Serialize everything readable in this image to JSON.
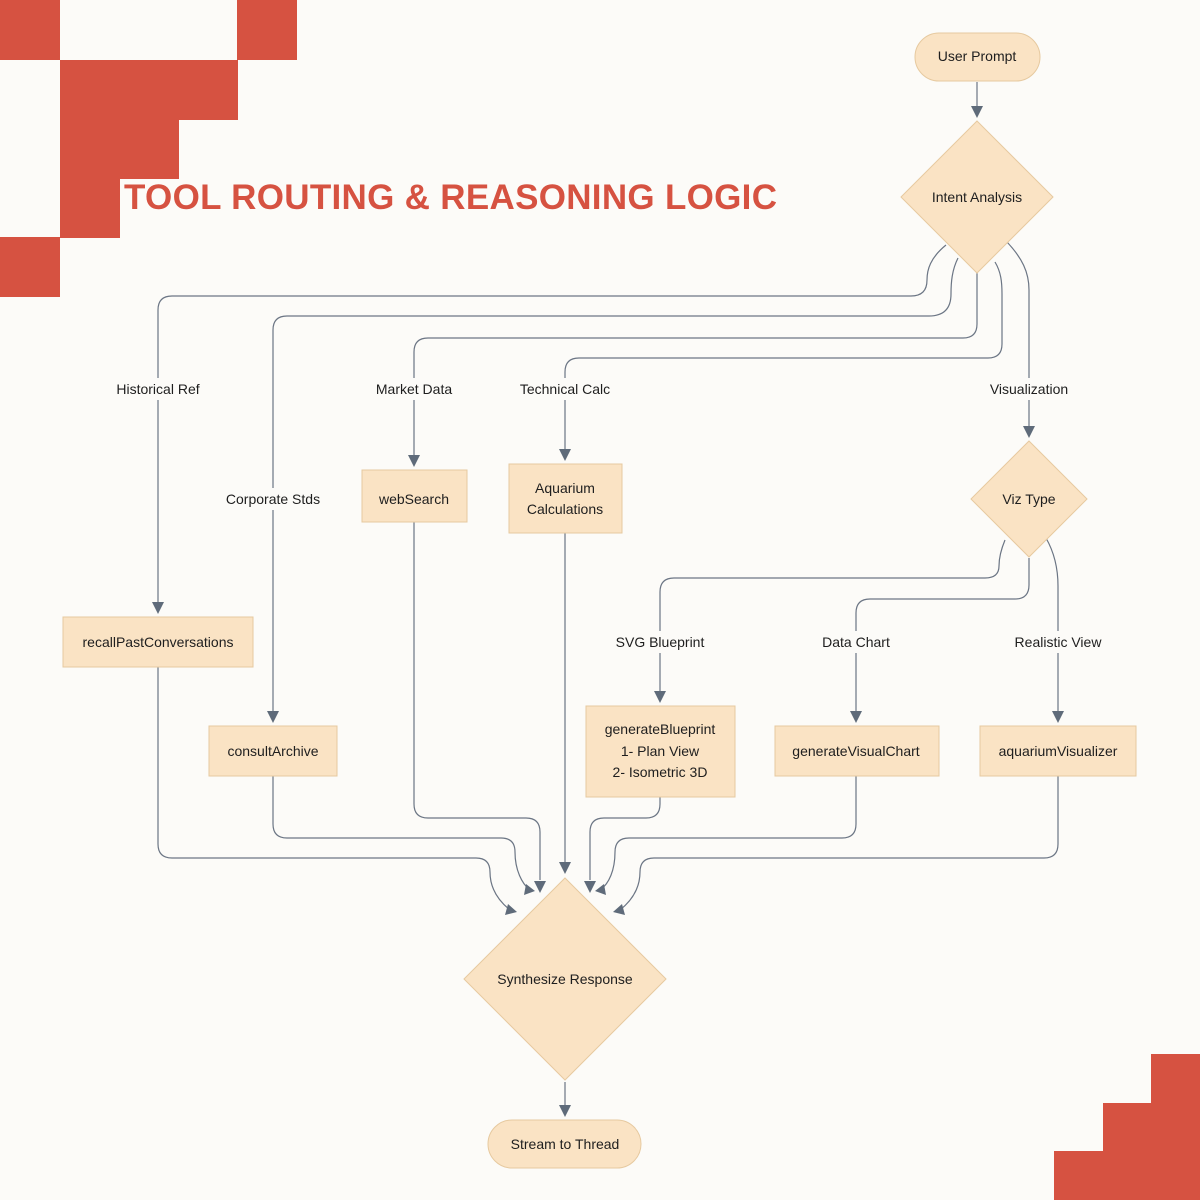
{
  "title": "TOOL ROUTING & REASONING LOGIC",
  "colors": {
    "accent": "#d65241",
    "node_fill": "#fae3c4",
    "edge": "#6b7584",
    "background": "#fcfbf8"
  },
  "nodes": {
    "user_prompt": "User Prompt",
    "intent_analysis": "Intent Analysis",
    "recall_past": "recallPastConversations",
    "consult_archive": "consultArchive",
    "web_search": "webSearch",
    "aquarium_calc": [
      "Aquarium",
      "Calculations"
    ],
    "viz_type": "Viz Type",
    "generate_blueprint": [
      "generateBlueprint",
      "1- Plan View",
      "2- Isometric 3D"
    ],
    "generate_visual_chart": "generateVisualChart",
    "aquarium_visualizer": "aquariumVisualizer",
    "synthesize_response": "Synthesize Response",
    "stream_to_thread": "Stream to Thread"
  },
  "edge_labels": {
    "historical_ref": "Historical Ref",
    "corporate_stds": "Corporate Stds",
    "market_data": "Market Data",
    "technical_calc": "Technical Calc",
    "visualization": "Visualization",
    "svg_blueprint": "SVG Blueprint",
    "data_chart": "Data Chart",
    "realistic_view": "Realistic View"
  }
}
